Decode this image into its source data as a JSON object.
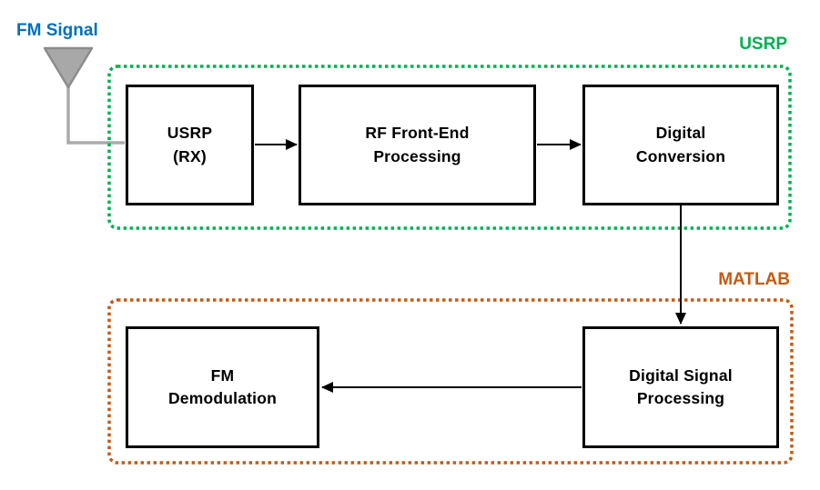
{
  "diagram": {
    "antenna": {
      "label": "FM Signal",
      "label_color": "#0070C0",
      "antenna_fill": "#A8A8A8",
      "antenna_stroke": "#8C8C8C"
    },
    "groups": {
      "usrp": {
        "label": "USRP",
        "color": "#00B050",
        "boxes": [
          {
            "label": "USRP\n(RX)"
          },
          {
            "label": "RF Front-End\nProcessing"
          },
          {
            "label": "Digital\nConversion"
          }
        ]
      },
      "matlab": {
        "label": "MATLAB",
        "color": "#C55A11",
        "boxes": [
          {
            "label": "FM\nDemodulation"
          },
          {
            "label": "Digital Signal\nProcessing"
          }
        ]
      }
    },
    "flow": [
      "FM Signal -> USRP (RX)",
      "USRP (RX) -> RF Front-End Processing",
      "RF Front-End Processing -> Digital Conversion",
      "Digital Conversion -> Digital Signal Processing",
      "Digital Signal Processing -> FM Demodulation"
    ],
    "colors": {
      "box_border": "#000000",
      "box_fill": "#FFFFFF",
      "arrow": "#000000",
      "background": "#FFFFFF"
    }
  }
}
